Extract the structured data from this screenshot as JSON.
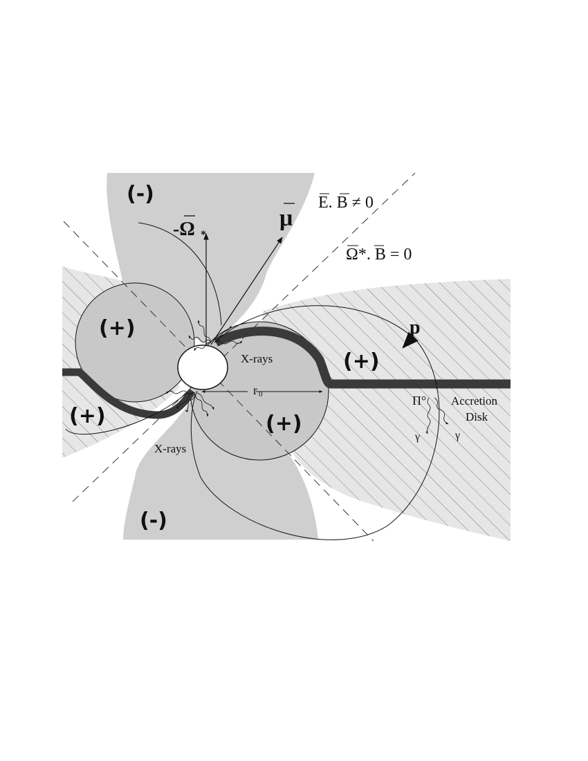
{
  "colors": {
    "background": "#ffffff",
    "minus_region": "#cfcfcf",
    "plus_region": "#c8c8c8",
    "disk_region": "#e6e6e6",
    "hatch": "#7a7a7a",
    "disk_line": "#3a3a3a",
    "ink": "#111111"
  },
  "labels": {
    "minus_top": "(-)",
    "minus_bottom": "(-)",
    "plus_left_lobe": "(+)",
    "plus_right_disk": "(+)",
    "plus_left_disk": "(+)",
    "plus_lower_lobe": "(+)",
    "neg_omega": "-Ω",
    "neg_omega_sub": "*",
    "mu": "μ",
    "e_dot_b": "E. B ≠ 0",
    "omega_dot_b": "Ω*. B = 0",
    "p": "p",
    "xrays_top": "X-rays",
    "xrays_bottom": "X-rays",
    "r0": "r",
    "r0_sub": "0",
    "pi0": "Π°",
    "accretion": "Accretion",
    "disk": "Disk",
    "gamma_1": "γ",
    "gamma_2": "γ"
  }
}
